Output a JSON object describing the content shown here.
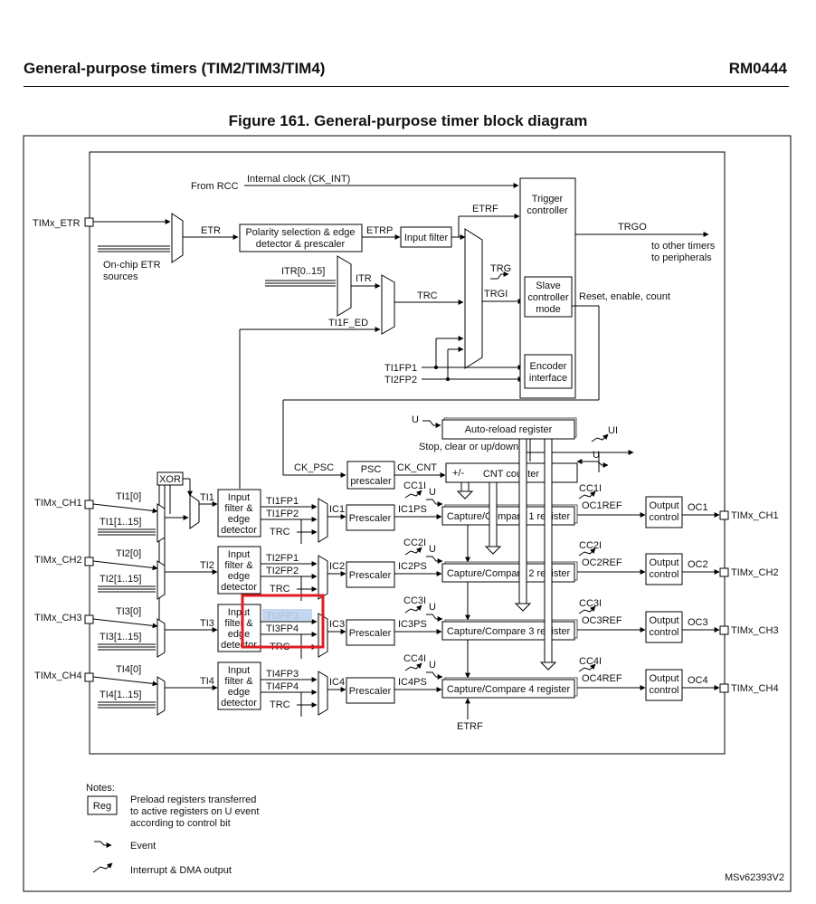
{
  "header": {
    "left_title": "General-purpose timers (TIM2/TIM3/TIM4)",
    "right_code": "RM0444"
  },
  "figure": {
    "title": "Figure 161. General-purpose timer block diagram",
    "id_code": "MSv62393V2"
  },
  "labels": {
    "from_rcc": "From RCC",
    "internal_clock": "Internal clock (CK_INT)",
    "timx_etr": "TIMx_ETR",
    "etr": "ETR",
    "polarity": [
      "Polarity selection & edge",
      "detector & prescaler"
    ],
    "etrp": "ETRP",
    "input_filter": "Input filter",
    "etrf": "ETRF",
    "onchip_etr": [
      "On-chip ETR",
      "sources"
    ],
    "itr_range": "ITR[0..15]",
    "itr": "ITR",
    "trc": "TRC",
    "ti1f_ed": "TI1F_ED",
    "trg": "TRG",
    "trgi": "TRGI",
    "trgo": "TRGO",
    "to_other_timers": [
      "to other timers",
      "to peripherals"
    ],
    "trigger_controller": [
      "Trigger",
      "controller"
    ],
    "slave_controller": [
      "Slave",
      "controller",
      "mode"
    ],
    "reset_enable_count": "Reset, enable, count",
    "encoder_interface": [
      "Encoder",
      "interface"
    ],
    "ti1fp1": "TI1FP1",
    "ti2fp2": "TI2FP2",
    "u": "U",
    "ui": "UI",
    "autoreload": "Auto-reload register",
    "stop_clear": "Stop, clear or up/down",
    "ck_psc": "CK_PSC",
    "psc_prescaler": [
      "PSC",
      "prescaler"
    ],
    "ck_cnt": "CK_CNT",
    "plus_minus": "+/-",
    "cnt_counter": "CNT counter",
    "xor": "XOR",
    "etrf_bottom": "ETRF",
    "input_filter_edge": [
      "Input",
      "filter &",
      "edge",
      "detector"
    ],
    "prescaler": "Prescaler",
    "output_control": [
      "Output",
      "control"
    ]
  },
  "channels": [
    {
      "pin": "TIMx_CH1",
      "tin0": "TI1[0]",
      "tin_range": "TI1[1..15]",
      "ti": "TI1",
      "fp_a": "TI1FP1",
      "fp_b": "TI1FP2",
      "trc": "TRC",
      "ic": "IC1",
      "icps": "IC1PS",
      "cci": "CC1I",
      "u": "U",
      "ccreg": "Capture/Compare 1 register",
      "cci_r": "CC1I",
      "ocref": "OC1REF",
      "oc": "OC1",
      "out_pin": "TIMx_CH1"
    },
    {
      "pin": "TIMx_CH2",
      "tin0": "TI2[0]",
      "tin_range": "TI2[1..15]",
      "ti": "TI2",
      "fp_a": "TI2FP1",
      "fp_b": "TI2FP2",
      "trc": "TRC",
      "ic": "IC2",
      "icps": "IC2PS",
      "cci": "CC2I",
      "u": "U",
      "ccreg": "Capture/Compare 2 register",
      "cci_r": "CC2I",
      "ocref": "OC2REF",
      "oc": "OC2",
      "out_pin": "TIMx_CH2"
    },
    {
      "pin": "TIMx_CH3",
      "tin0": "TI3[0]",
      "tin_range": "TI3[1..15]",
      "ti": "TI3",
      "fp_a": "TI3FP3",
      "fp_b": "TI3FP4",
      "trc": "TRC",
      "ic": "IC3",
      "icps": "IC3PS",
      "cci": "CC3I",
      "u": "U",
      "ccreg": "Capture/Compare 3 register",
      "cci_r": "CC3I",
      "ocref": "OC3REF",
      "oc": "OC3",
      "out_pin": "TIMx_CH3"
    },
    {
      "pin": "TIMx_CH4",
      "tin0": "TI4[0]",
      "tin_range": "TI4[1..15]",
      "ti": "TI4",
      "fp_a": "TI4FP3",
      "fp_b": "TI4FP4",
      "trc": "TRC",
      "ic": "IC4",
      "icps": "IC4PS",
      "cci": "CC4I",
      "u": "U",
      "ccreg": "Capture/Compare 4 register",
      "cci_r": "CC4I",
      "ocref": "OC4REF",
      "oc": "OC4",
      "out_pin": "TIMx_CH4"
    }
  ],
  "notes": {
    "title": "Notes:",
    "reg_box": "Reg",
    "reg_text": [
      "Preload registers transferred",
      "to active registers on U event",
      "according to control bit"
    ],
    "event": "Event",
    "interrupt": "Interrupt & DMA output"
  },
  "highlight": {
    "color": "#e01b24",
    "selected_label_bg": "#bcd3f0"
  }
}
